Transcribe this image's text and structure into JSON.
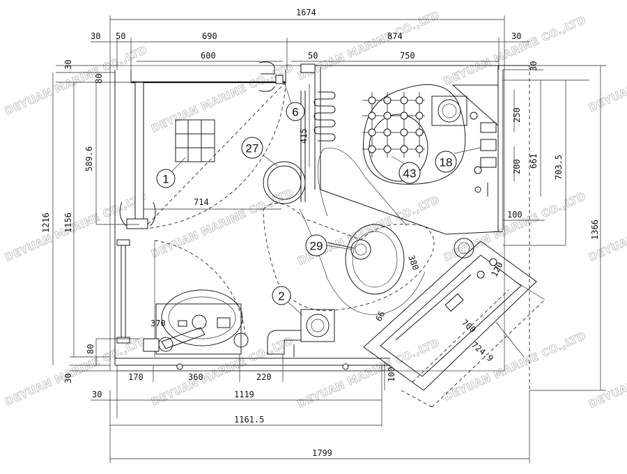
{
  "drawing": {
    "title": "",
    "dimensions": {
      "overall_top": "1674",
      "top_left_margin": "30",
      "top_wall": "50",
      "top_left_span": "690",
      "top_right_span": "874",
      "top_right_margin": "30",
      "door_width": "600",
      "partition": "50",
      "shower_span": "750",
      "left_30": "30",
      "left_80": "80",
      "left_589": "589.6",
      "left_1216": "1216",
      "left_1156": "1156",
      "left_80_bottom": "80",
      "left_30_bottom": "30",
      "door_swing": "714",
      "pipe_415": "415",
      "right_30": "30",
      "right_250": "250",
      "right_200": "200",
      "right_661": "661",
      "right_703": "703.5",
      "right_100": "100",
      "right_1366": "1366",
      "item_370": "370",
      "item_380": "380",
      "item_66": "66",
      "item_120": "120",
      "item_700": "700",
      "item_724": "724.9",
      "bottom_170": "170",
      "bottom_360": "360",
      "bottom_220": "220",
      "bottom_100": "100",
      "bottom_30": "30",
      "bottom_1119": "1119",
      "bottom_1161": "1161.5",
      "bottom_1799": "1799"
    },
    "callouts": [
      "1",
      "2",
      "6",
      "18",
      "27",
      "29",
      "43"
    ],
    "watermark": "DEYUAN MARINE CO.,LTD"
  }
}
